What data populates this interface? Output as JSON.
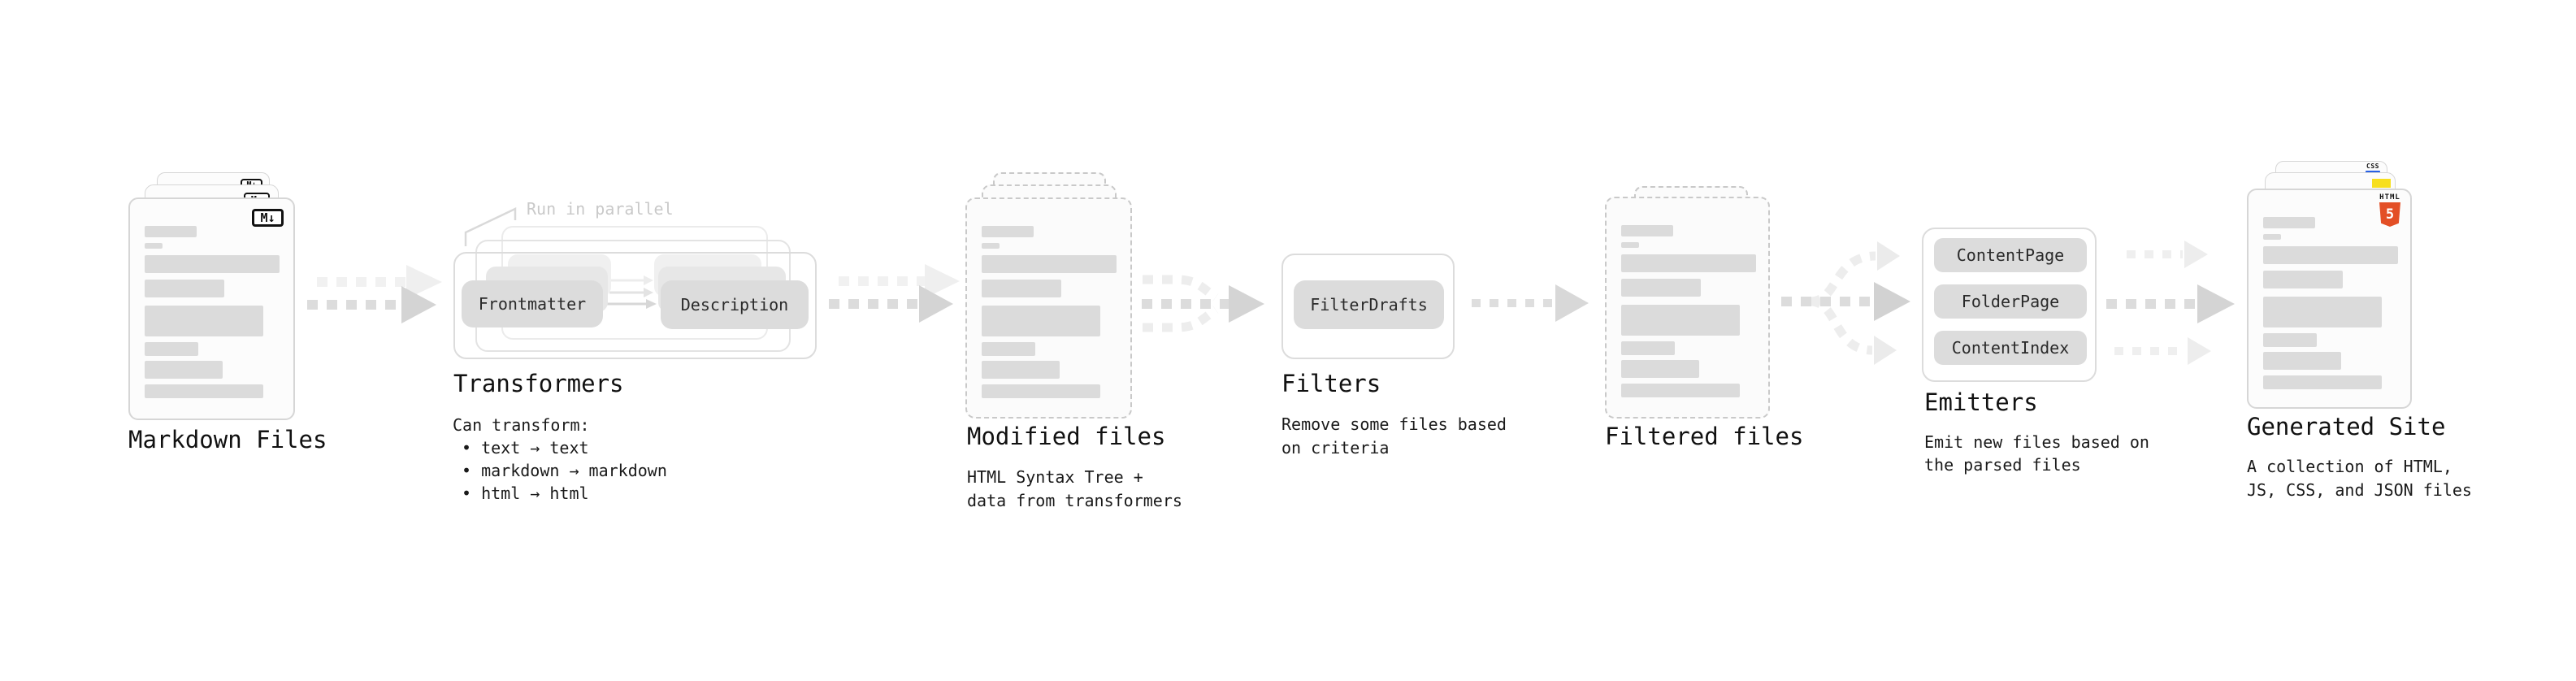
{
  "diagram": {
    "name": "static site generator pipeline"
  },
  "stages": {
    "markdown_files": {
      "title": "Markdown Files",
      "badge": "M↓"
    },
    "transformers": {
      "title": "Transformers",
      "note": "Run in parallel",
      "chip_left": "Frontmatter",
      "chip_right": "Description",
      "caption_intro": "Can transform:",
      "bullets": [
        "• text → text",
        "• markdown → markdown",
        "• html → html"
      ]
    },
    "modified_files": {
      "title": "Modified files",
      "caption": "HTML Syntax Tree +\ndata from transformers"
    },
    "filters": {
      "title": "Filters",
      "chip": "FilterDrafts",
      "caption": "Remove some files based\non criteria"
    },
    "filtered_files": {
      "title": "Filtered files"
    },
    "emitters": {
      "title": "Emitters",
      "chips": [
        "ContentPage",
        "FolderPage",
        "ContentIndex"
      ],
      "caption": "Emit new files based on\nthe parsed files"
    },
    "generated_site": {
      "title": "Generated Site",
      "caption": "A collection of HTML,\nJS, CSS, and JSON files",
      "badge_css": "CSS",
      "badge_html_label": "HTML",
      "badge_html_number": "5"
    }
  },
  "colors": {
    "ink": "#1a1a1a",
    "muted_note": "#c9c9c9",
    "skeleton_gray": "#dbdbdb",
    "chip_gray": "#dcdcdc",
    "arrow_gray": "#d6d6d6",
    "arrow_faint": "#efefef",
    "html5_orange": "#e34f26",
    "js_yellow": "#f7df1e",
    "css_blue": "#2760e5"
  }
}
